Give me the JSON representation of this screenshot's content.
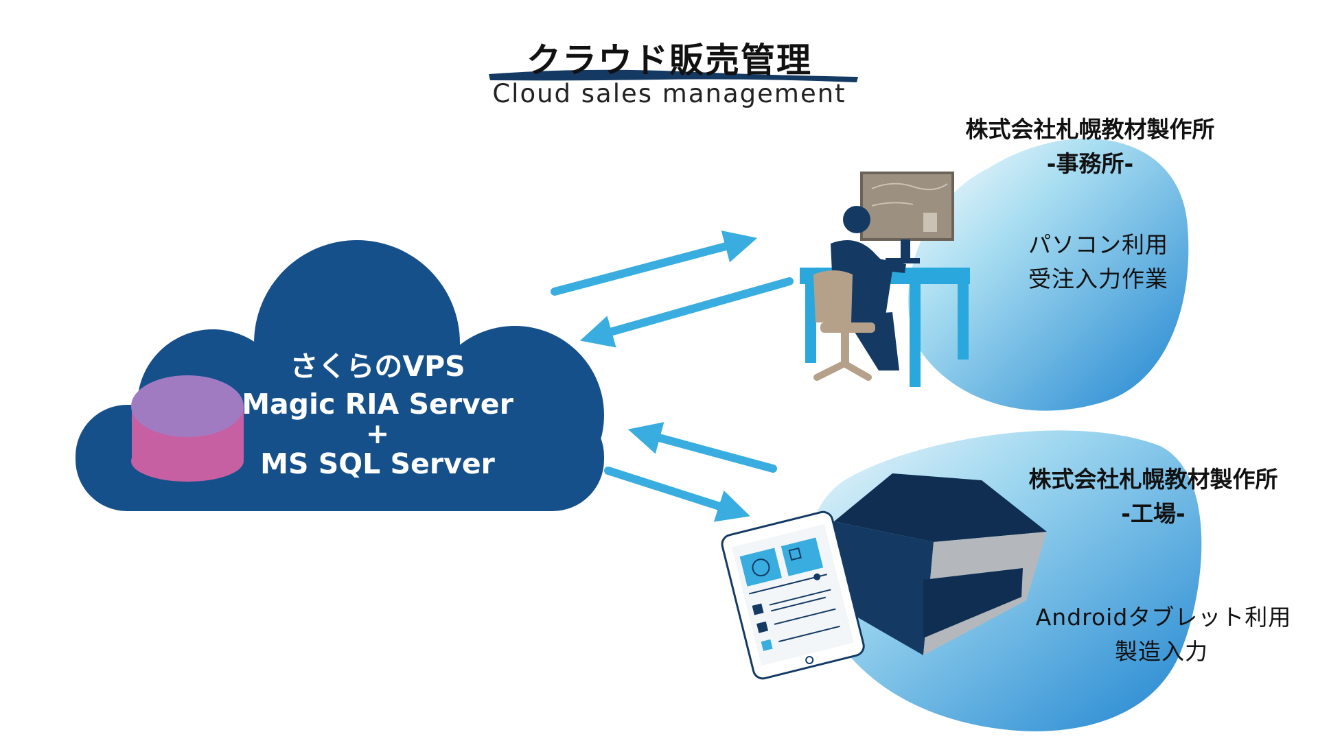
{
  "header": {
    "title": "クラウド販売管理",
    "subtitle": "Cloud sales management"
  },
  "cloud": {
    "line1": "さくらのVPS",
    "line2": "Magic RIA Server",
    "line3": "+",
    "line4": "MS SQL Server"
  },
  "office": {
    "company": "株式会社札幌教材製作所",
    "site": "-事務所-",
    "desc1": "パソコン利用",
    "desc2": "受注入力作業"
  },
  "factory": {
    "company": "株式会社札幌教材製作所",
    "site": "-工場-",
    "desc1": "Androidタブレット利用",
    "desc2": "製造入力"
  },
  "colors": {
    "cloud": "#16508a",
    "arrow": "#39ade0",
    "db_top": "#a07bc2",
    "db_body": "#c75fa3",
    "navy": "#143a63",
    "desk": "#2aa8dd",
    "chair": "#b5a08a"
  }
}
